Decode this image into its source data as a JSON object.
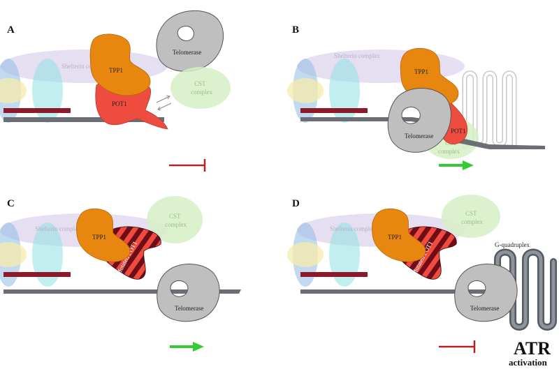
{
  "panels": {
    "a": {
      "letter": "A"
    },
    "b": {
      "letter": "B"
    },
    "c": {
      "letter": "C"
    },
    "d": {
      "letter": "D"
    }
  },
  "labels": {
    "shelterin": "Shelterin complex",
    "tpp1": "TPP1",
    "pot1": "POT1",
    "mutated_pot1": "Mutated POT1",
    "telomerase": "Telomerase",
    "cst_line1": "CST",
    "cst_line2": "complex",
    "g_quadruplex": "G-quadruplex",
    "atr": "ATR",
    "activation": "activation"
  },
  "colors": {
    "dna_strand": "#6b6e76",
    "dark_red_bar": "#8b1a2b",
    "tpp1": "#e8870f",
    "pot1": "#ee4c3f",
    "mutated_pot1_dark": "#6e0d18",
    "telomerase": "#bfbfbf",
    "cst": "#d6efc4",
    "shelterin": "#ddd4ee",
    "inhibit_arrow": "#b22222",
    "activate_arrow": "#33cc33"
  },
  "outcomes": {
    "a": "inhibited",
    "b": "activated",
    "c": "activated",
    "d": "inhibited"
  }
}
